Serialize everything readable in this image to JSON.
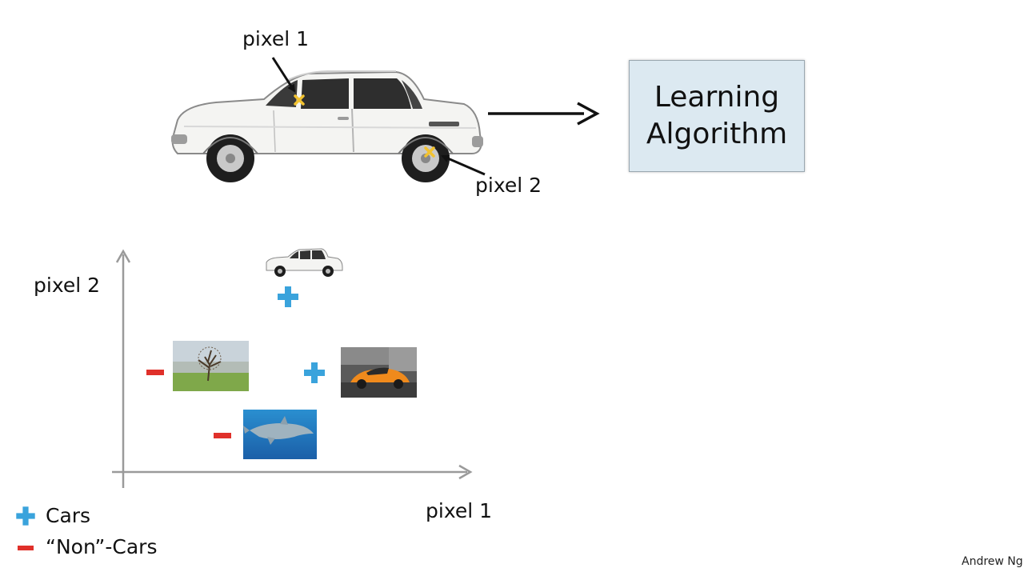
{
  "top": {
    "pixel1_label": "pixel 1",
    "pixel2_label": "pixel 2",
    "box_line1": "Learning",
    "box_line2": "Algorithm"
  },
  "plot": {
    "ylabel": "pixel 2",
    "xlabel": "pixel 1"
  },
  "legend": {
    "cars": "Cars",
    "noncars": "“Non”-Cars"
  },
  "footer": "Andrew Ng",
  "colors": {
    "plus": "#3aa3dc",
    "minus": "#e0302a",
    "box_fill": "#dce9f1",
    "marker": "#f2c230"
  }
}
